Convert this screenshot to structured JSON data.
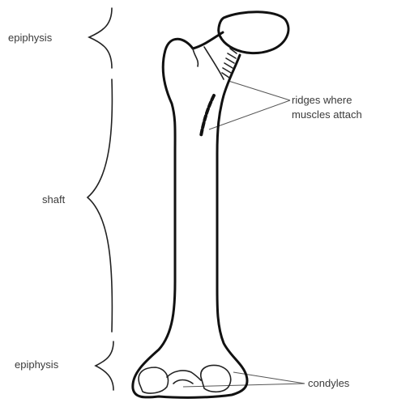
{
  "labels": {
    "epiphysis_top": "epiphysis",
    "shaft": "shaft",
    "epiphysis_bottom": "epiphysis",
    "ridges_line1": "ridges where",
    "ridges_line2": "muscles attach",
    "condyles": "condyles"
  }
}
